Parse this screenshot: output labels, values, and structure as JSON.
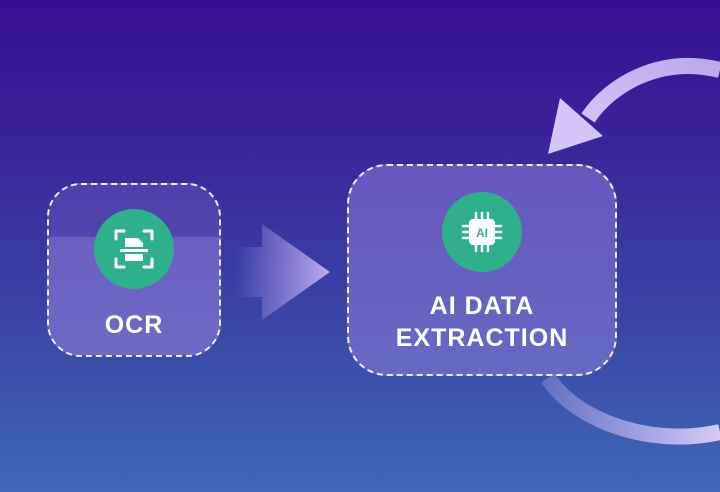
{
  "nodes": [
    {
      "id": "ocr",
      "label": "OCR",
      "icon": "document-scan-icon"
    },
    {
      "id": "ai",
      "label_lines": [
        "AI DATA",
        "EXTRACTION"
      ],
      "icon": "ai-chip-icon",
      "icon_text": "AI"
    }
  ],
  "edges": [
    {
      "from": "ocr",
      "to": "ai",
      "style": "fading-arrow"
    },
    {
      "from": "ai",
      "to": "ai",
      "style": "loop-arrow"
    }
  ],
  "colors": {
    "background_top": "#350e93",
    "background_bottom": "#3f68b6",
    "icon_circle": "#2eb08b",
    "arrow": "#c8b8f5"
  }
}
